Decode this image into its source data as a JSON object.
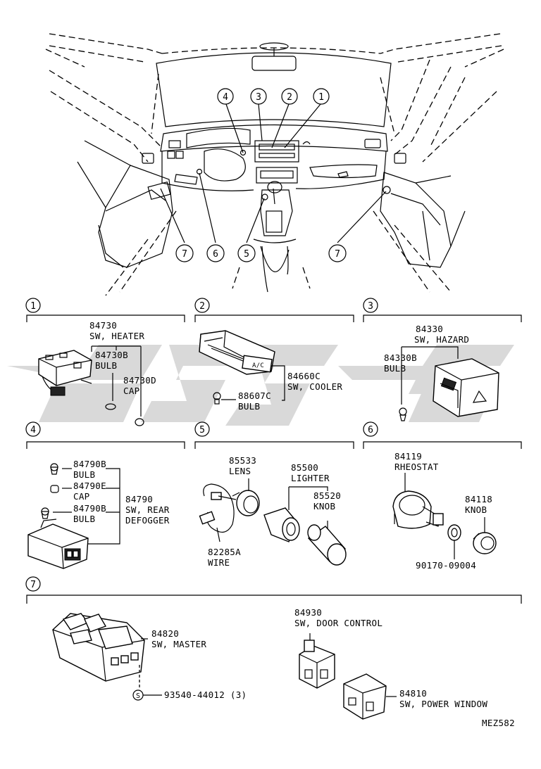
{
  "callouts": {
    "c1": "1",
    "c2": "2",
    "c3": "3",
    "c4": "4",
    "c5": "5",
    "c6": "6",
    "c7": "7"
  },
  "sections": {
    "s1": {
      "number": "1",
      "heater_pn": "84730",
      "heater_name": "SW, HEATER",
      "bulb_pn": "84730B",
      "bulb_name": "BULB",
      "cap_pn": "84730D",
      "cap_name": "CAP"
    },
    "s2": {
      "number": "2",
      "cooler_pn": "84660C",
      "cooler_name": "SW, COOLER",
      "bulb_pn": "88607C",
      "bulb_name": "BULB"
    },
    "s3": {
      "number": "3",
      "hazard_pn": "84330",
      "hazard_name": "SW, HAZARD",
      "bulb_pn": "84330B",
      "bulb_name": "BULB"
    },
    "s4": {
      "number": "4",
      "bulb1_pn": "84790B",
      "bulb1_name": "BULB",
      "cap_pn": "84790E",
      "cap_name": "CAP",
      "bulb2_pn": "84790B",
      "bulb2_name": "BULB",
      "sw_pn": "84790",
      "sw_name1": "SW, REAR",
      "sw_name2": "DEFOGGER"
    },
    "s5": {
      "number": "5",
      "lens_pn": "85533",
      "lens_name": "LENS",
      "lighter_pn": "85500",
      "lighter_name": "LIGHTER",
      "knob_pn": "85520",
      "knob_name": "KNOB",
      "wire_pn": "82285A",
      "wire_name": "WIRE"
    },
    "s6": {
      "number": "6",
      "rheostat_pn": "84119",
      "rheostat_name": "RHEOSTAT",
      "knob_pn": "84118",
      "knob_name": "KNOB",
      "clip_pn": "90170-09004"
    },
    "s7": {
      "number": "7",
      "master_pn": "84820",
      "master_name": "SW, MASTER",
      "screw_pn": "93540-44012 (3)",
      "screw_mark": "S",
      "door_pn": "84930",
      "door_name": "SW, DOOR CONTROL",
      "window_pn": "84810",
      "window_name": "SW, POWER WINDOW"
    }
  },
  "diagram_code": "MEZ582",
  "colors": {
    "line": "#000000",
    "watermark": "#d9d9d9"
  }
}
